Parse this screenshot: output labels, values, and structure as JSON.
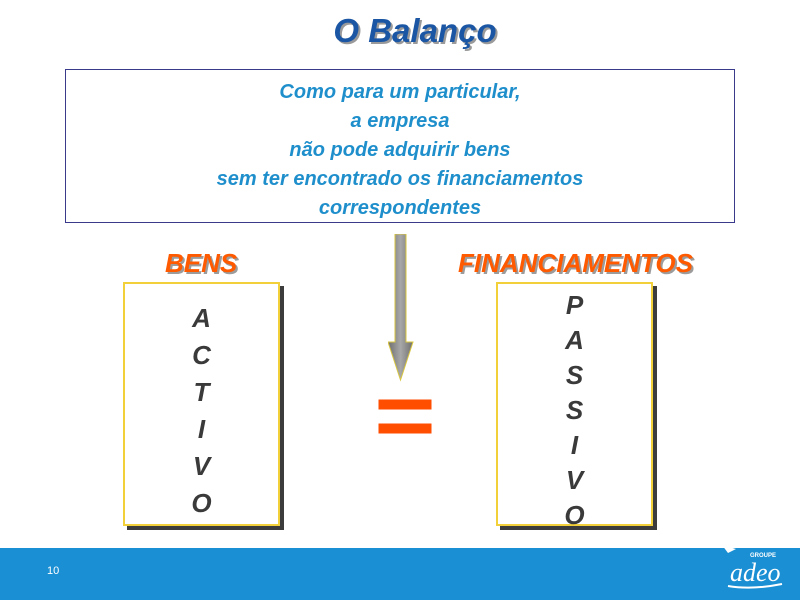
{
  "slide": {
    "title": "O Balanço",
    "statement_lines": [
      "Como para um particular,",
      "a empresa",
      "não pode adquirir bens",
      "sem ter encontrado os financiamentos",
      "correspondentes"
    ],
    "left": {
      "heading": "BENS",
      "letters": [
        "A",
        "C",
        "T",
        "I",
        "V",
        "O"
      ]
    },
    "right": {
      "heading": "FINANCIAMENTOS",
      "letters": [
        "P",
        "A",
        "S",
        "S",
        "I",
        "V",
        "O"
      ]
    },
    "page_number": "10"
  },
  "logo": {
    "small_text": "GROUPE",
    "brand_text": "adeo"
  },
  "colors": {
    "title_blue": "#1a56a4",
    "statement_blue": "#1f8fcc",
    "heading_orange": "#ff5a00",
    "box_border_yellow": "#f2d03a",
    "footer_blue": "#1b8fd3",
    "arrow_fill": "#8a8a8a"
  },
  "icons": [
    "down-arrow-icon",
    "equals-icon",
    "adeo-logo"
  ]
}
